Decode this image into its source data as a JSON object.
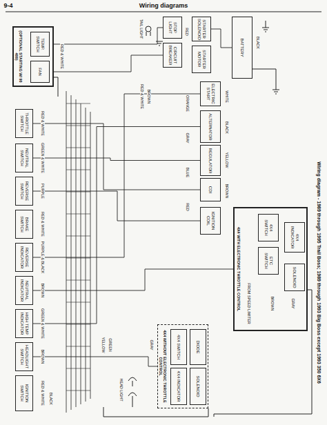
{
  "diagram": {
    "title": "Wiring diagrams",
    "caption": "Wiring diagram - 1989 through 1995 Trail Boss; 1989 through 1993 Big Boss except 1993 350 6X6",
    "nodes": [
      {
        "text": [
          "(OPTIONAL STARTING W/ 90 400)"
        ]
      },
      {
        "text": [
          "TEMP. SWITCH"
        ],
        "in": 0
      },
      {
        "text": [
          "FAN"
        ],
        "in": 0
      },
      {
        "text": [
          "THROTTLE SWITCH"
        ]
      },
      {
        "text": [
          "NEUTRAL SWITCH"
        ]
      },
      {
        "text": [
          "REVERSE SWITCH"
        ]
      },
      {
        "text": [
          "BRAKE SWITCH"
        ]
      },
      {
        "text": [
          "REVERSE INDICATOR"
        ]
      },
      {
        "text": [
          "NEUTRAL INDICATOR"
        ]
      },
      {
        "text": [
          "HIGH TEMP INDICATOR"
        ]
      },
      {
        "text": [
          "HEADLIGHT SWITCH"
        ]
      },
      {
        "text": [
          "IGNITION SWITCH"
        ]
      },
      {
        "text": [
          "STOP LIGHT"
        ]
      },
      {
        "text": [
          "CIRCUIT BREAKER"
        ]
      },
      {
        "text": [
          "STARTER SOLENOID"
        ]
      },
      {
        "text": [
          "STARTER MOTOR"
        ]
      },
      {
        "text": [
          "BATTERY"
        ]
      },
      {
        "text": [
          "ELECTRIC START"
        ]
      },
      {
        "text": [
          "ALTERNATOR"
        ]
      },
      {
        "text": [
          "REGULATOR"
        ]
      },
      {
        "text": [
          "CDI"
        ]
      },
      {
        "text": [
          "IGNITION COIL"
        ]
      },
      {
        "text": [
          "4X4 WITH ELECTRONIC THROTTLE CONTROL"
        ]
      },
      {
        "text": [
          "4X4 SWITCH"
        ],
        "in": 22
      },
      {
        "text": [
          "ETC SWITCH"
        ],
        "in": 22
      },
      {
        "text": [
          "4X4 INDICATOR"
        ],
        "in": 22
      },
      {
        "text": [
          "SOLENOID"
        ],
        "in": 22
      },
      {
        "text": [
          "4X4 WITHOUT ELECTRONIC THROTTLE CONTROL"
        ]
      },
      {
        "text": [
          "4X4 SWITCH"
        ],
        "in": 27
      },
      {
        "text": [
          "DIODE"
        ],
        "in": 27
      },
      {
        "text": [
          "4X4 INDICATOR"
        ],
        "in": 27
      },
      {
        "text": [
          "SOLENOID"
        ],
        "in": 27
      }
    ],
    "edges": [
      {
        "from": 1,
        "to": 12,
        "arrow": "none"
      },
      {
        "from": 2,
        "to": 13,
        "arrow": "none"
      },
      {
        "from": 3,
        "to": 20,
        "arrow": "none"
      },
      {
        "from": 4,
        "to": 19,
        "arrow": "none"
      },
      {
        "from": 5,
        "to": 21,
        "arrow": "none"
      },
      {
        "from": 7,
        "to": 17,
        "arrow": "none"
      },
      {
        "from": 9,
        "to": 18,
        "arrow": "none"
      },
      {
        "from": 8,
        "to": 22,
        "arrow": "none"
      },
      {
        "from": 10,
        "to": 27,
        "arrow": "none"
      },
      {
        "from": 14,
        "to": 16,
        "arrow": "none"
      }
    ],
    "labels": [
      "9-4",
      "TAIL LIGHT",
      "RED & WHITE",
      "BROWN",
      "RED",
      "BLACK",
      "RED & WHITE",
      "GREEN & WHITE",
      "PURPLE",
      "RED & WHITE",
      "PURPLE & BLACK",
      "BROWN",
      "GREEN & WHITE",
      "BROWN",
      "RED & WHITE",
      "BLACK",
      "RED & WHITE",
      "YELLOW",
      "GREEN",
      "HEAD LIGHT",
      "GRAY",
      "FROM SPEED LIMITER",
      "BROWN",
      "GRAY",
      "WHITE",
      "BLACK",
      "YELLOW",
      "BROWN",
      "ORANGE",
      "GRAY",
      "BLUE",
      "RED"
    ]
  }
}
